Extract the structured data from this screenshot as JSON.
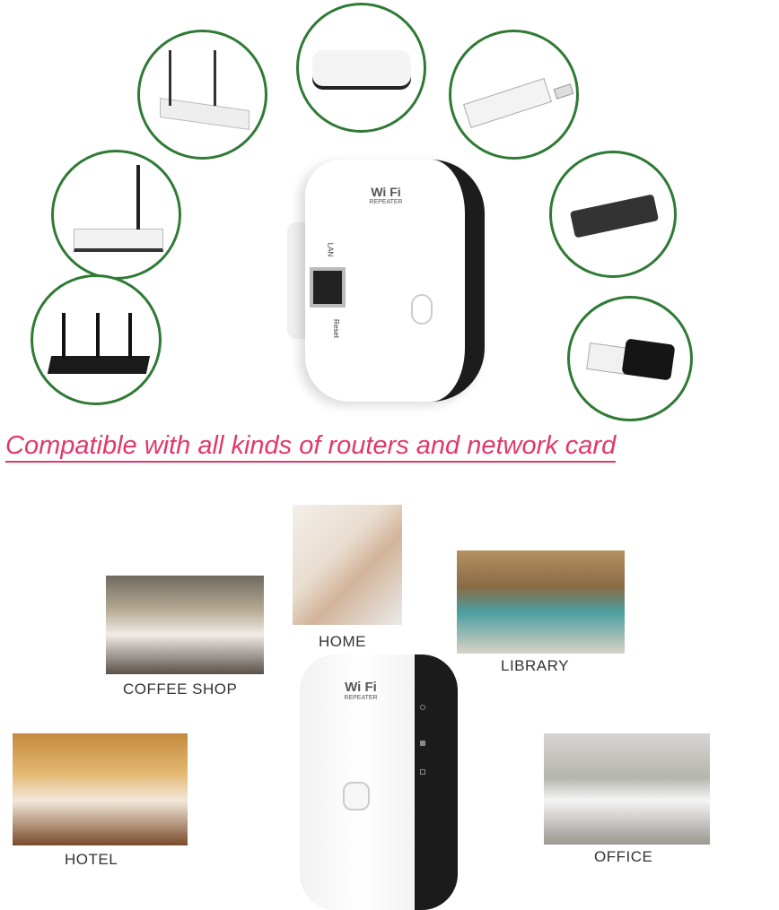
{
  "headline": "Compatible with all kinds of routers and network card",
  "devices": {
    "brand_label": "Wi Fi",
    "brand_sub": "REPEATER",
    "lan_label": "LAN",
    "reset_label": "Reset"
  },
  "scenes": [
    {
      "label": "COFFEE SHOP"
    },
    {
      "label": "HOME"
    },
    {
      "label": "LIBRARY"
    },
    {
      "label": "HOTEL"
    },
    {
      "label": "OFFICE"
    }
  ],
  "colors": {
    "circle": "#2f7a35",
    "headline": "#e2386b"
  }
}
